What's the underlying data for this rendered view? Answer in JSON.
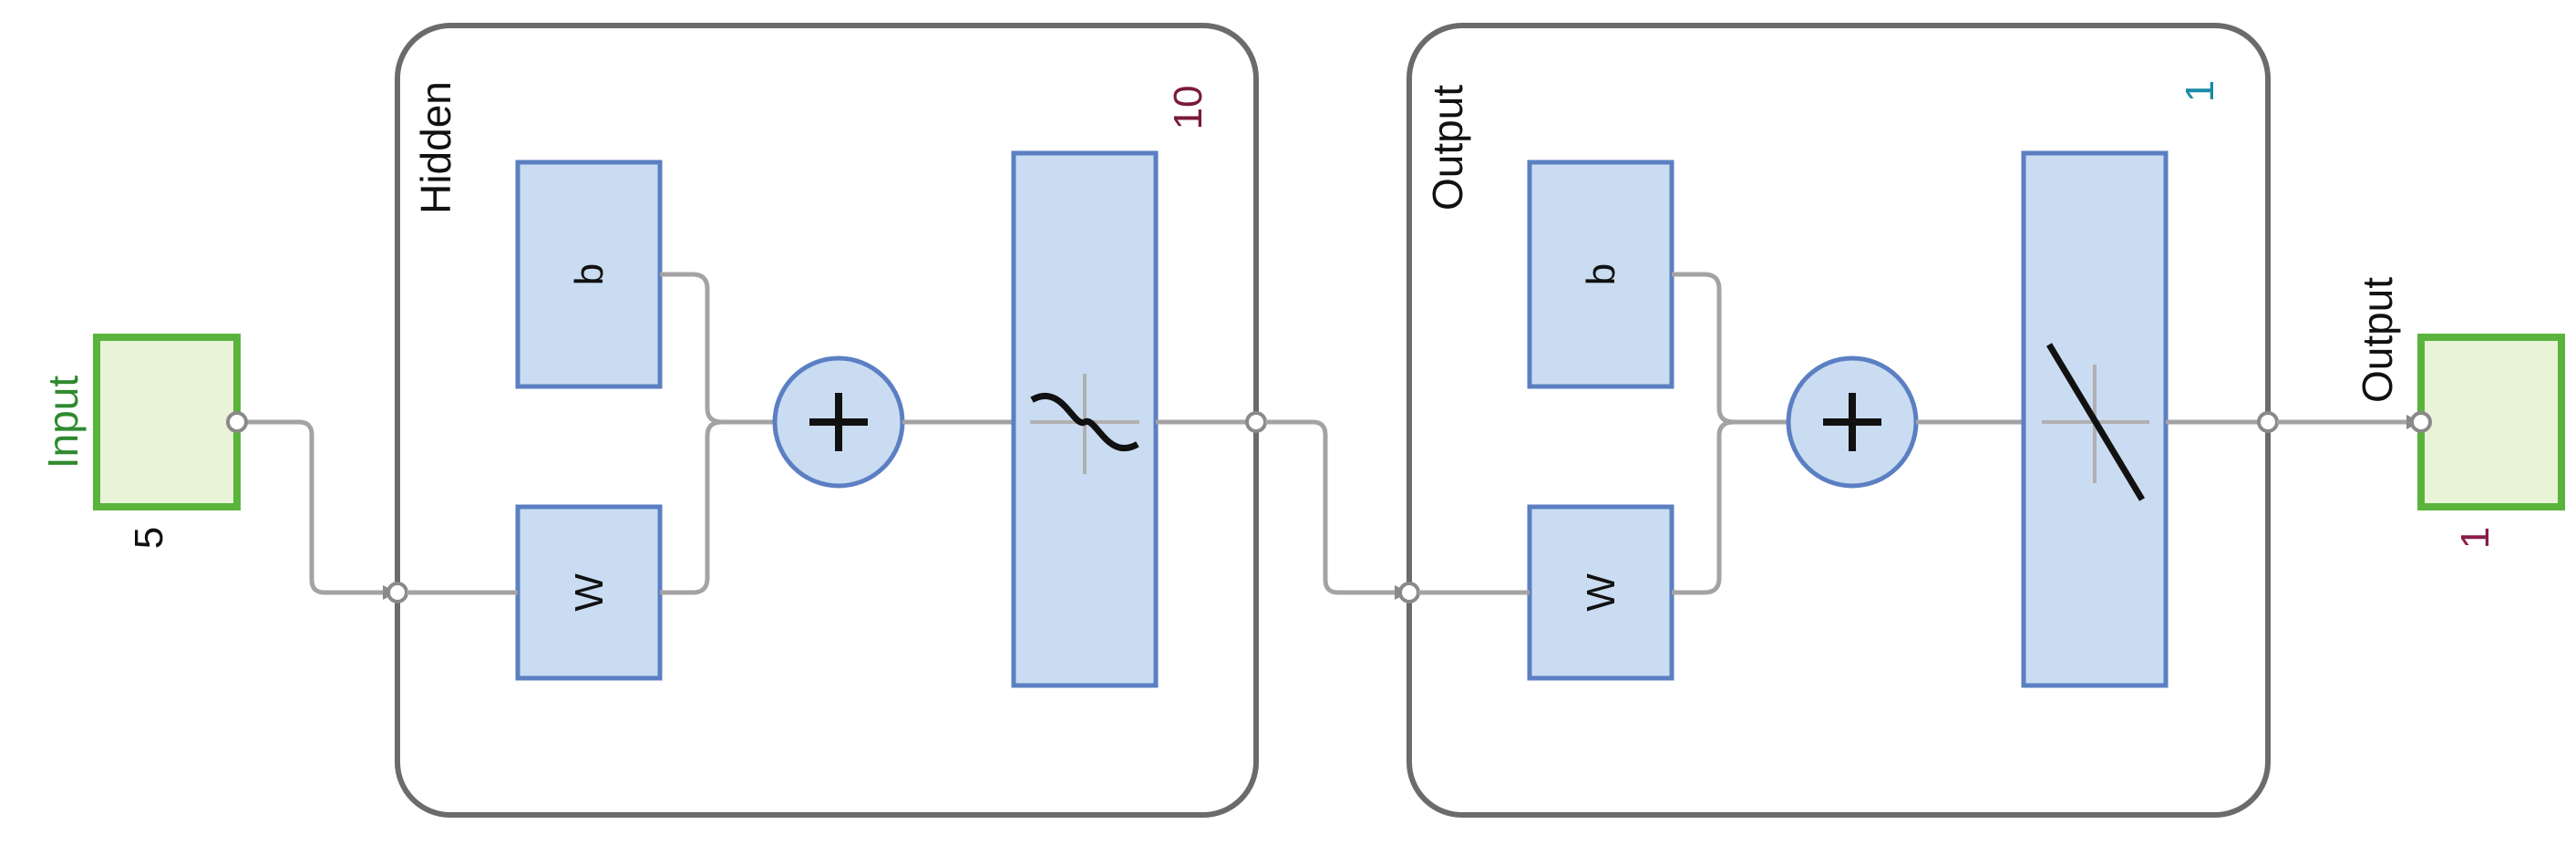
{
  "input": {
    "label": "Input",
    "size": "5"
  },
  "hidden_layer": {
    "label": "Hidden",
    "size": "10",
    "bias_label": "b",
    "weight_label": "W"
  },
  "output_layer": {
    "label": "Output",
    "size": "1",
    "bias_label": "b",
    "weight_label": "W"
  },
  "output": {
    "label": "Output",
    "size": "1"
  },
  "colors": {
    "block_fill": "#c9dcf2",
    "block_stroke": "#5b7fc2",
    "io_fill": "#e9f3d8",
    "io_stroke": "#5ab43c",
    "hidden_size_color": "#7a1a3a",
    "output_size_color": "#1a8aa8",
    "output_count_color": "#8a1a4a"
  }
}
